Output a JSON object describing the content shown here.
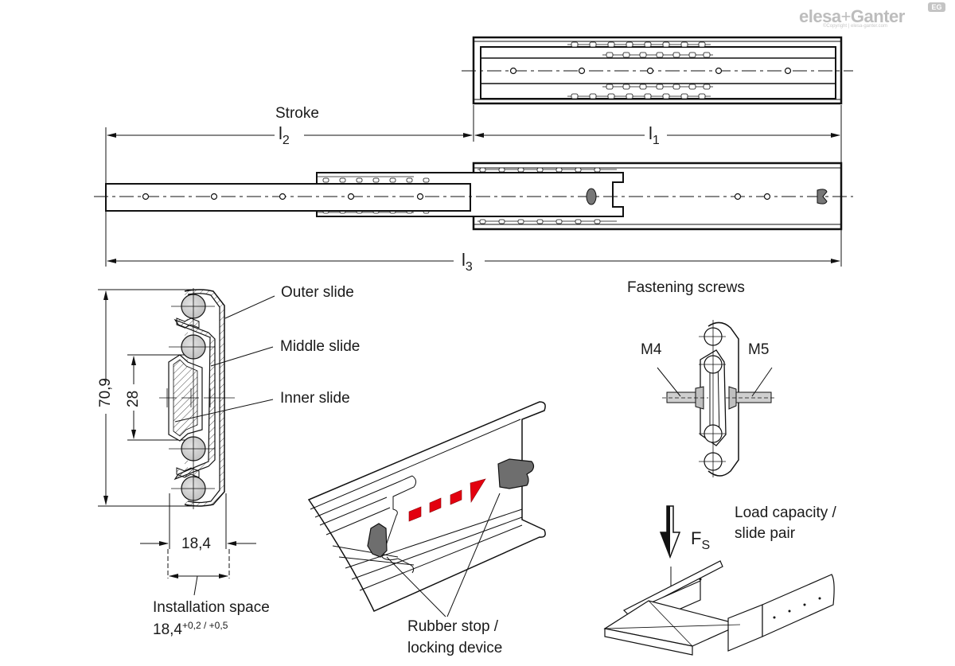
{
  "logo": {
    "brand_left": "elesa",
    "plus": "+",
    "brand_right": "Ganter",
    "badge": "EG",
    "copyright": "©Copyright | elesa-ganter.com"
  },
  "top_view": {
    "stroke_label": "Stroke",
    "l1": {
      "base": "l",
      "sub": "1"
    },
    "l2": {
      "base": "l",
      "sub": "2"
    },
    "l3": {
      "base": "l",
      "sub": "3"
    }
  },
  "cross_section": {
    "outer_slide": "Outer slide",
    "middle_slide": "Middle slide",
    "inner_slide": "Inner slide",
    "height_dim": "70,9",
    "center_dim": "28",
    "width_dim": "18,4",
    "installation_label": "Installation space",
    "installation_value": "18,4",
    "installation_tolerance": "+0,2 / +0,5"
  },
  "stop_detail": {
    "label_line1": "Rubber stop /",
    "label_line2": "locking device",
    "arrow_color": "#e3000f"
  },
  "fastening": {
    "title": "Fastening screws",
    "left_screw": "M4",
    "right_screw": "M5"
  },
  "load": {
    "force_base": "F",
    "force_sub": "S",
    "label_line1": "Load capacity /",
    "label_line2": "slide pair"
  }
}
